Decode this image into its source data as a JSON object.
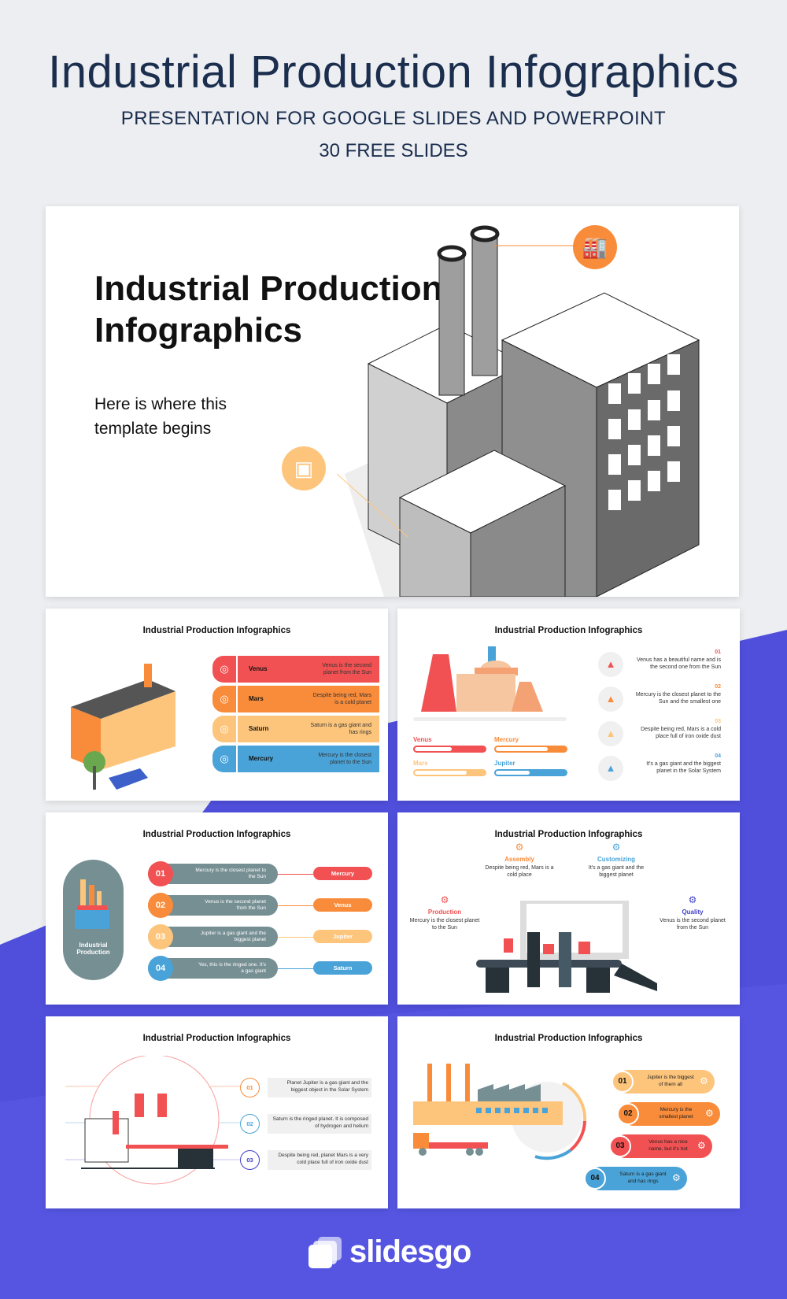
{
  "header": {
    "title": "Industrial Production Infographics",
    "subtitle": "PRESENTATION FOR GOOGLE SLIDES AND POWERPOINT",
    "count": "30 FREE SLIDES"
  },
  "colors": {
    "red": "#f15152",
    "orange": "#f98c3a",
    "peach": "#fdc57c",
    "blue": "#4aa3d8",
    "gray": "#768f93",
    "purple": "#4f4fdc",
    "navy": "#1b2e4e"
  },
  "hero": {
    "title": "Industrial Production Infographics",
    "subtitle": "Here is where this template begins",
    "icons": [
      "factory-icon",
      "box-icon"
    ]
  },
  "slides": {
    "s1": {
      "title": "Industrial Production Infographics",
      "items": [
        {
          "name": "Venus",
          "text": "Venus is the second planet from the Sun",
          "icon": "factory-icon",
          "color": "#f15152"
        },
        {
          "name": "Mars",
          "text": "Despite being red, Mars is a cold planet",
          "icon": "gauge-icon",
          "color": "#f98c3a"
        },
        {
          "name": "Saturn",
          "text": "Saturn is a gas giant and has rings",
          "icon": "tools-icon",
          "color": "#fdc57c"
        },
        {
          "name": "Mercury",
          "text": "Mercury is the closest planet to the Sun",
          "icon": "box-icon",
          "color": "#4aa3d8"
        }
      ]
    },
    "s2": {
      "title": "Industrial Production Infographics",
      "bars": [
        {
          "name": "Venus",
          "percent": 55,
          "color": "#f15152"
        },
        {
          "name": "Mercury",
          "percent": 75,
          "color": "#f98c3a"
        },
        {
          "name": "Mars",
          "percent": 75,
          "color": "#fdc57c"
        },
        {
          "name": "Jupiter",
          "percent": 50,
          "color": "#4aa3d8"
        }
      ],
      "items": [
        {
          "num": "01",
          "text": "Venus has a beautiful name and is the second one from the Sun",
          "icon": "cooling-tower-icon",
          "color": "#f15152"
        },
        {
          "num": "02",
          "text": "Mercury is the closest planet to the Sun and the smallest one",
          "icon": "water-tower-icon",
          "color": "#f98c3a"
        },
        {
          "num": "03",
          "text": "Despite being red, Mars is a cold place full of iron oxide dust",
          "icon": "factory-icon",
          "color": "#fdc57c"
        },
        {
          "num": "04",
          "text": "It's a gas giant and the biggest planet in the Solar System",
          "icon": "truck-icon",
          "color": "#4aa3d8"
        }
      ]
    },
    "s3": {
      "title": "Industrial Production Infographics",
      "center": "Industrial Production",
      "items": [
        {
          "num": "01",
          "text": "Mercury is the closest planet to the Sun",
          "label": "Mercury",
          "color": "#f15152"
        },
        {
          "num": "02",
          "text": "Venus is the second planet from the Sun",
          "label": "Venus",
          "color": "#f98c3a"
        },
        {
          "num": "03",
          "text": "Jupiter is a gas giant and the biggest planet",
          "label": "Jupiter",
          "color": "#fdc57c"
        },
        {
          "num": "04",
          "text": "Yes, this is the ringed one. It's a gas giant",
          "label": "Saturn",
          "color": "#4aa3d8"
        }
      ]
    },
    "s4": {
      "title": "Industrial Production Infographics",
      "items": [
        {
          "name": "Production",
          "text": "Mercury is the closest planet to the Sun",
          "color": "#f15152"
        },
        {
          "name": "Assembly",
          "text": "Despite being red, Mars is a cold place",
          "color": "#f98c3a"
        },
        {
          "name": "Customizing",
          "text": "It's a gas giant and the biggest planet",
          "color": "#4aa3d8"
        },
        {
          "name": "Quality",
          "text": "Venus is the second planet from the Sun",
          "color": "#3f3fc9"
        }
      ]
    },
    "s5": {
      "title": "Industrial Production Infographics",
      "items": [
        {
          "num": "01",
          "text": "Planet Jupiter is a gas giant and the biggest object in the Solar System",
          "color": "#f98c3a"
        },
        {
          "num": "02",
          "text": "Saturn is the ringed planet. It is composed of hydrogen and helium",
          "color": "#4aa3d8"
        },
        {
          "num": "03",
          "text": "Despite being red, planet Mars is a very cold place full of iron oxide dust",
          "color": "#3f3fc9"
        }
      ]
    },
    "s6": {
      "title": "Industrial Production Infographics",
      "items": [
        {
          "num": "01",
          "text": "Jupiter is the biggest of them all",
          "icon": "gear-icon",
          "color": "#fdc57c"
        },
        {
          "num": "02",
          "text": "Mercury is the smallest planet",
          "icon": "factory-icon",
          "color": "#f98c3a"
        },
        {
          "num": "03",
          "text": "Venus has a nice name, but it's hot",
          "icon": "tools-icon",
          "color": "#f15152"
        },
        {
          "num": "04",
          "text": "Saturn is a gas giant and has rings",
          "icon": "gear-icon",
          "color": "#4aa3d8"
        }
      ]
    }
  },
  "footer": {
    "logo": "slidesgo"
  }
}
